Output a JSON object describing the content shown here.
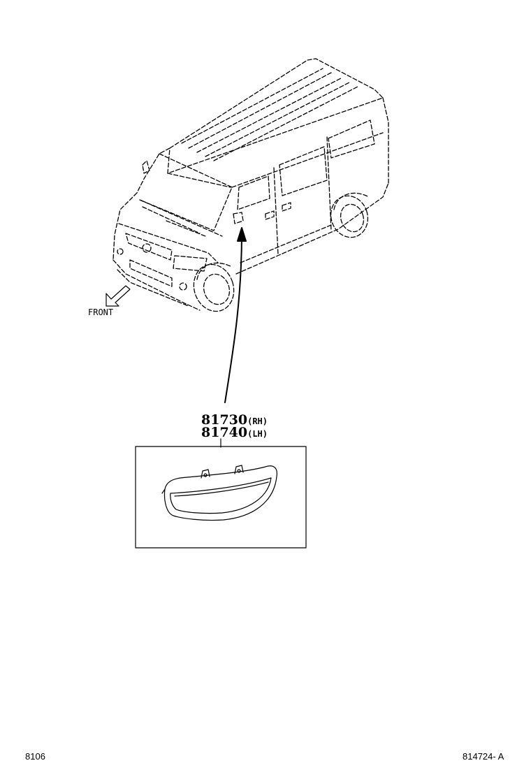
{
  "diagram": {
    "front_label": "FRONT",
    "parts": [
      {
        "number": "81730",
        "side": "(RH)"
      },
      {
        "number": "81740",
        "side": "(LH)"
      }
    ]
  },
  "footer": {
    "left_code": "8106",
    "right_code": "814724- A"
  }
}
